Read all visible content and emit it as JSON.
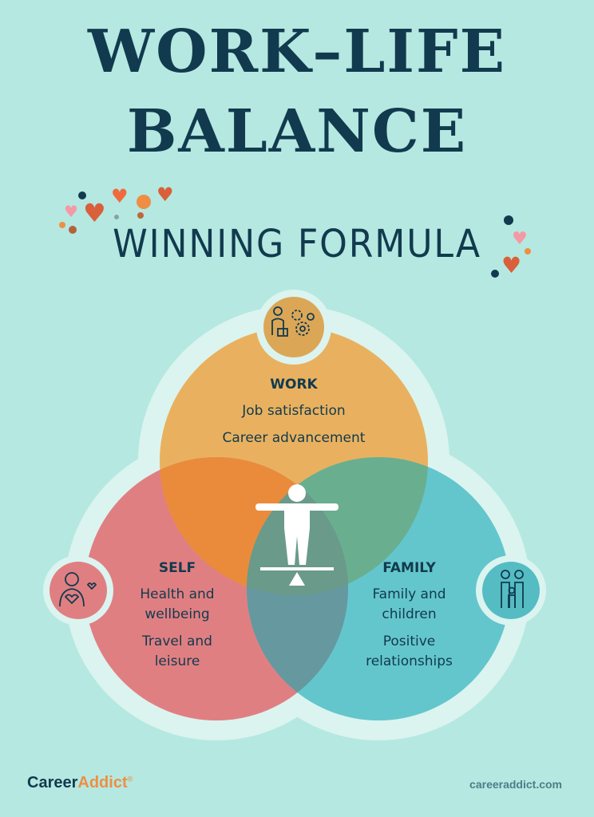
{
  "title": {
    "line1": "WORK–LIFE",
    "line2": "BALANCE"
  },
  "subtitle": "WINNING FORMULA",
  "circles": {
    "work": {
      "heading": "WORK",
      "items": [
        "Job satisfaction",
        "Career advancement"
      ],
      "color": "#e9b15f",
      "icon": "worker-gears-icon"
    },
    "self": {
      "heading": "SELF",
      "items": [
        "Health and wellbeing",
        "Travel and leisure"
      ],
      "color": "#e07f82",
      "icon": "self-love-icon"
    },
    "family": {
      "heading": "FAMILY",
      "items": [
        "Family and children",
        "Positive relationships"
      ],
      "color": "#63c6cc",
      "icon": "family-icon"
    }
  },
  "center_icon": "balancing-person-icon",
  "footer": {
    "logo_part1": "Career",
    "logo_part2": "Addict",
    "logo_mark": "®",
    "url": "careeraddict.com"
  }
}
